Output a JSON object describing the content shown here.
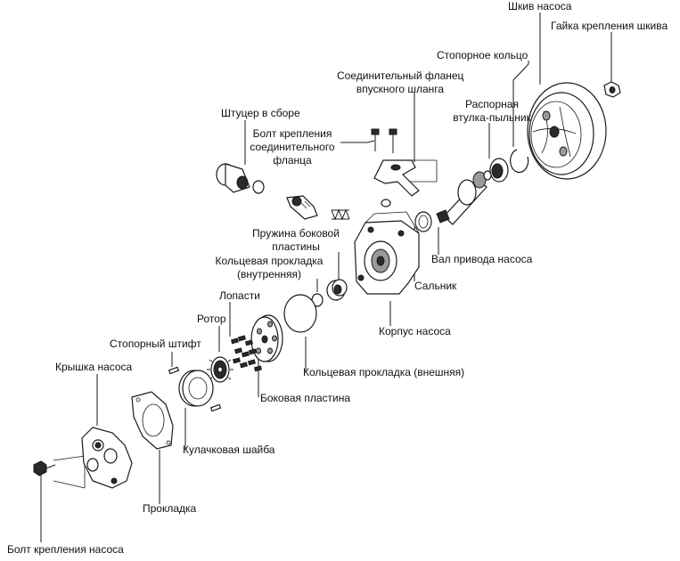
{
  "labels": {
    "pulley": "Шкив насоса",
    "pulley_nut": "Гайка крепления шкива",
    "snap_ring": "Стопорное кольцо",
    "flange_line1": "Соединительный фланец",
    "flange_line2": "впускного шланга",
    "spacer_line1": "Распорная",
    "spacer_line2": "втулка-пыльник",
    "fitting": "Штуцер в сборе",
    "flange_bolt_line1": "Болт крепления",
    "flange_bolt_line2": "соединительного",
    "flange_bolt_line3": "фланца",
    "side_spring_line1": "Пружина боковой",
    "side_spring_line2": "пластины",
    "shaft": "Вал привода насоса",
    "oring_inner_line1": "Кольцевая прокладка",
    "oring_inner_line2": "(внутренняя)",
    "seal": "Сальник",
    "vanes": "Лопасти",
    "rotor": "Ротор",
    "housing": "Корпус насоса",
    "lock_pin": "Стопорный штифт",
    "oring_outer": "Кольцевая прокладка (внешняя)",
    "cover": "Крышка насоса",
    "side_plate": "Боковая пластина",
    "cam_ring": "Кулачковая шайба",
    "gasket": "Прокладка",
    "pump_bolt": "Болт крепления насоса"
  }
}
